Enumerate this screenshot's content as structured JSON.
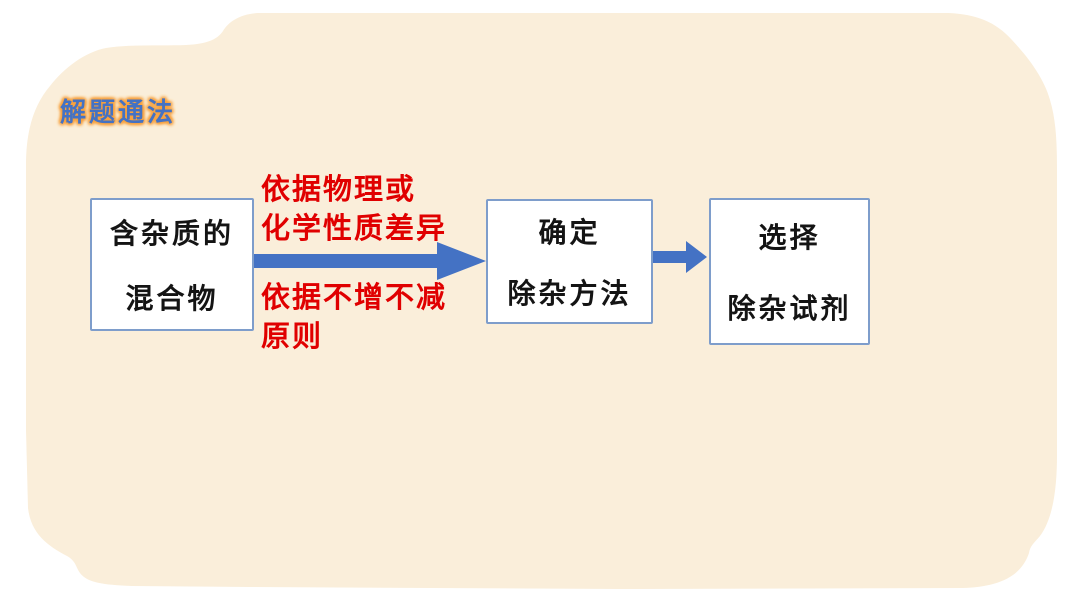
{
  "page": {
    "canvas_color": "#ffffff",
    "panel_color": "#faeeda"
  },
  "title": {
    "text": "解题通法",
    "color": "#4472c4",
    "glow_color": "#f7a13d"
  },
  "flowchart": {
    "arrow_color": "#4472c4",
    "box_border_color": "#7e9dcb",
    "box_text_color": "#141414",
    "boxes": [
      {
        "lines": [
          "含杂质的",
          "混合物"
        ]
      },
      {
        "lines": [
          "确定",
          "除杂方法"
        ]
      },
      {
        "lines": [
          "选择",
          "除杂试剂"
        ]
      }
    ],
    "annotations": {
      "color": "#e00000",
      "above_arrow": {
        "lines": [
          "依据物理或",
          "化学性质差异"
        ]
      },
      "below_arrow": {
        "lines": [
          "依据不增不减",
          "原则"
        ]
      }
    }
  }
}
